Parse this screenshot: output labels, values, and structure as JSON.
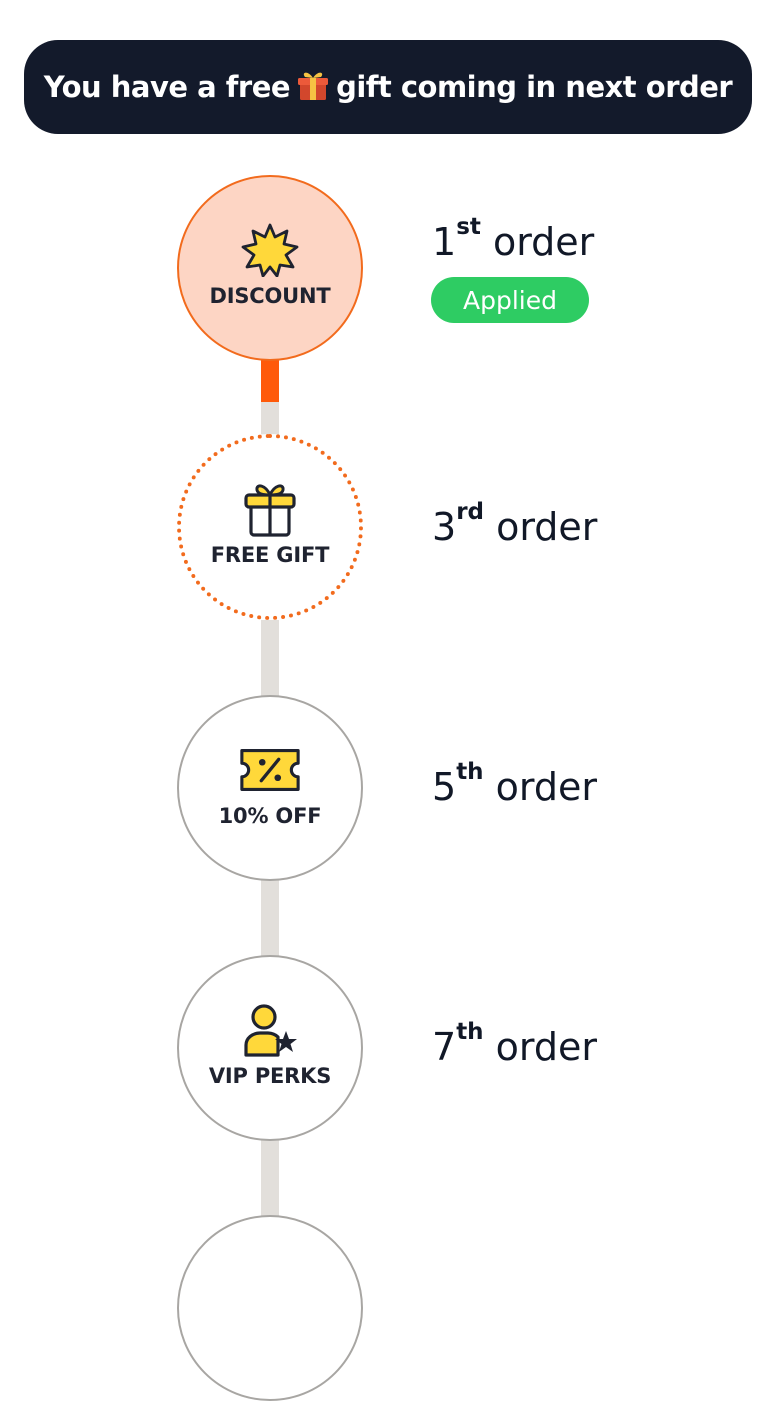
{
  "banner": {
    "text_before": "You have a free",
    "text_after": "gift coming in next order",
    "icon": "gift-emoji"
  },
  "milestones": [
    {
      "label": "DISCOUNT",
      "number": "1",
      "suffix": "st",
      "order_word": "order",
      "status": "Applied",
      "icon": "discount-burst-icon"
    },
    {
      "label": "FREE GIFT",
      "number": "3",
      "suffix": "rd",
      "order_word": "order",
      "icon": "gift-icon"
    },
    {
      "label": "10% OFF",
      "number": "5",
      "suffix": "th",
      "order_word": "order",
      "icon": "coupon-percent-icon"
    },
    {
      "label": "VIP PERKS",
      "number": "7",
      "suffix": "th",
      "order_word": "order",
      "icon": "vip-user-star-icon"
    }
  ],
  "colors": {
    "banner_bg": "#131a2b",
    "accent": "#f26b1d",
    "applied_badge": "#2ecc63",
    "icon_fill": "#ffd83a",
    "track": "#e2dfdb"
  }
}
